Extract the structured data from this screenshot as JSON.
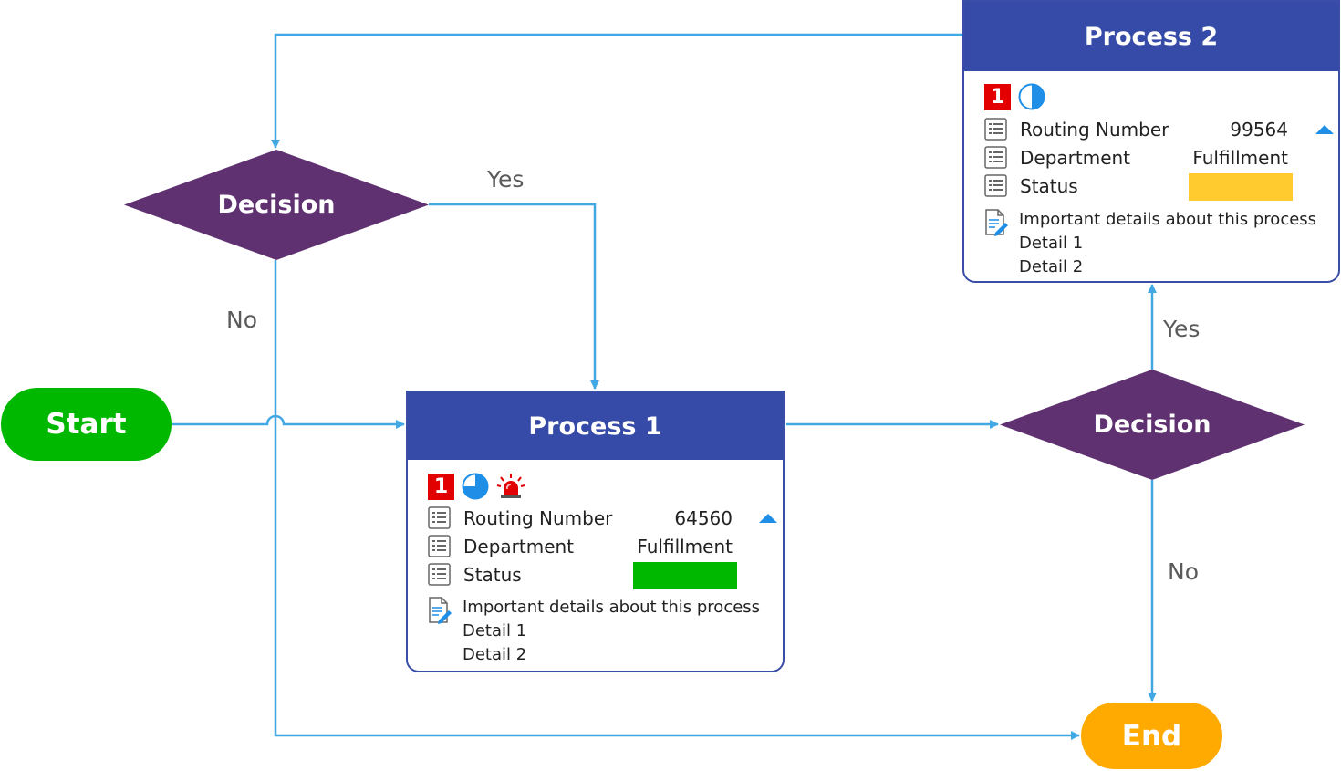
{
  "diagram": {
    "start": "Start",
    "end": "End",
    "decisions": [
      {
        "label": "Decision",
        "yes": "Yes",
        "no": "No"
      },
      {
        "label": "Decision",
        "yes": "Yes",
        "no": "No"
      }
    ],
    "processes": [
      {
        "title": "Process 1",
        "fields": [
          {
            "name": "Routing Number",
            "value": "64560"
          },
          {
            "name": "Department",
            "value": "Fulfillment"
          },
          {
            "name": "Status",
            "value": ""
          }
        ],
        "status_color": "#00b800",
        "icons": [
          "priority-1-icon",
          "progress-75-icon",
          "alarm-light-icon"
        ],
        "notes_title": "Important details about this process",
        "notes": [
          "Detail 1",
          "Detail 2"
        ]
      },
      {
        "title": "Process 2",
        "fields": [
          {
            "name": "Routing Number",
            "value": "99564"
          },
          {
            "name": "Department",
            "value": "Fulfillment"
          },
          {
            "name": "Status",
            "value": ""
          }
        ],
        "status_color": "#ffcb2f",
        "icons": [
          "priority-1-icon",
          "progress-50-icon"
        ],
        "notes_title": "Important details about this process",
        "notes": [
          "Detail 1",
          "Detail 2"
        ]
      }
    ],
    "priority_badge": "1",
    "colors": {
      "connector": "#41a8e4",
      "process_header": "#364aa7",
      "decision": "#5f3171",
      "start": "#00b800",
      "end": "#ffaa00"
    }
  }
}
